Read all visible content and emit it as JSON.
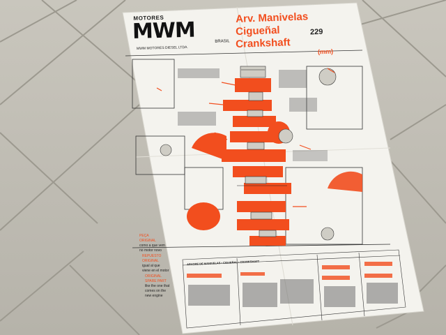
{
  "poster": {
    "brand_top": "MOTORES",
    "brand_logo": "MWM",
    "brand_country": "BRASIL",
    "company": "MWM MOTORES DIESEL LTDA.",
    "title_pt": "Arv. Manivelas",
    "title_es": "Cigueñal",
    "title_en": "Crankshaft",
    "code": "229",
    "unit": "(mm)",
    "note_pt_1": "PEÇA",
    "note_pt_2": "ORIGINAL",
    "note_pt_3": "como a que vem",
    "note_pt_4": "no motor novo",
    "note_es_1": "REPUESTO",
    "note_es_2": "ORIGINAL",
    "note_es_3": "igual al que",
    "note_es_4": "viene en el motor",
    "note_en_1": "ORIGINAL",
    "note_en_2": "SPARE PART",
    "note_en_3": "like the one that",
    "note_en_4": "comes on the",
    "note_en_5": "new engine",
    "table_header": "ARVORE DE MANIVELAS • CIGUEÑAL • CRANKSHAFT"
  },
  "colors": {
    "accent": "#f24e1e",
    "paper": "#f4f3ee",
    "ink": "#1a1a1a",
    "floor": "#bdbab1"
  }
}
